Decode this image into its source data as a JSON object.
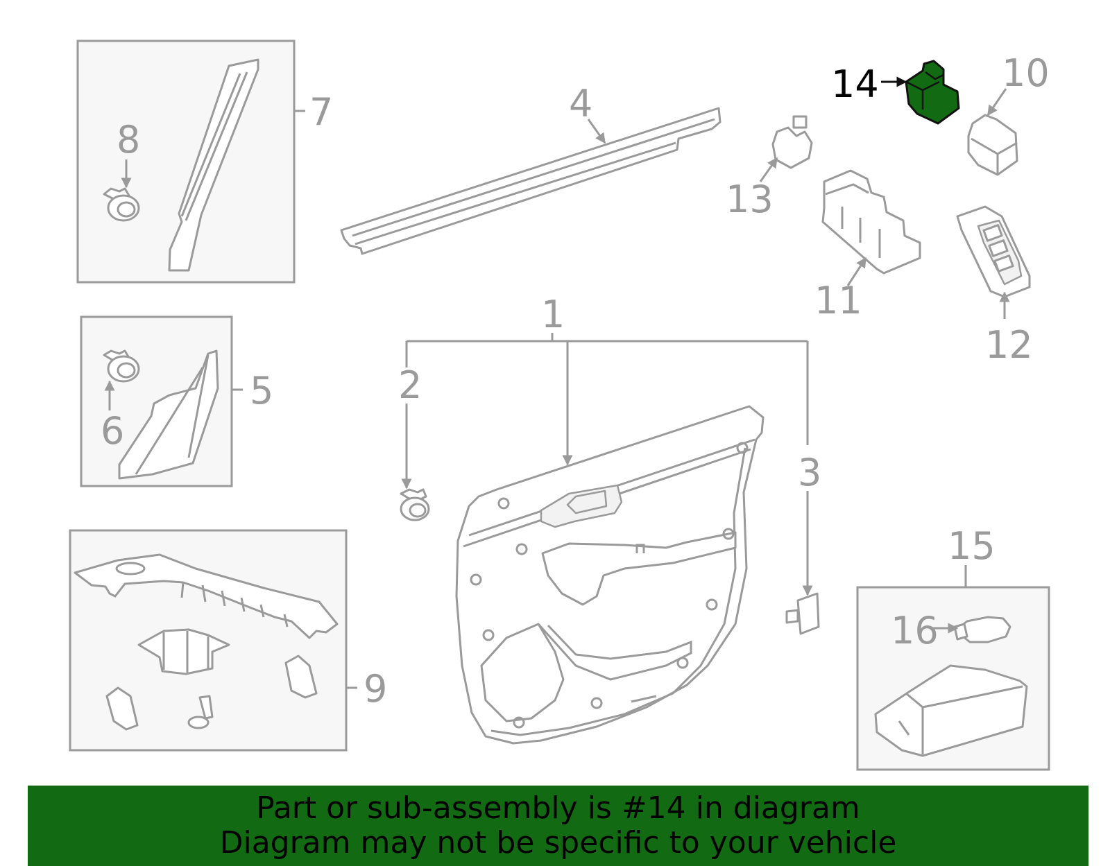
{
  "callouts": {
    "c1": "1",
    "c2": "2",
    "c3": "3",
    "c4": "4",
    "c5": "5",
    "c6": "6",
    "c7": "7",
    "c8": "8",
    "c9": "9",
    "c10": "10",
    "c11": "11",
    "c12": "12",
    "c13": "13",
    "c14": "14",
    "c15": "15",
    "c16": "16"
  },
  "highlighted_part": "14",
  "banner": {
    "line1": "Part or sub-assembly is #14 in diagram",
    "line2": "Diagram may not be specific to your vehicle"
  },
  "colors": {
    "highlight": "#126b12",
    "line": "#9a9a9a",
    "banner_bg": "#126b12"
  }
}
